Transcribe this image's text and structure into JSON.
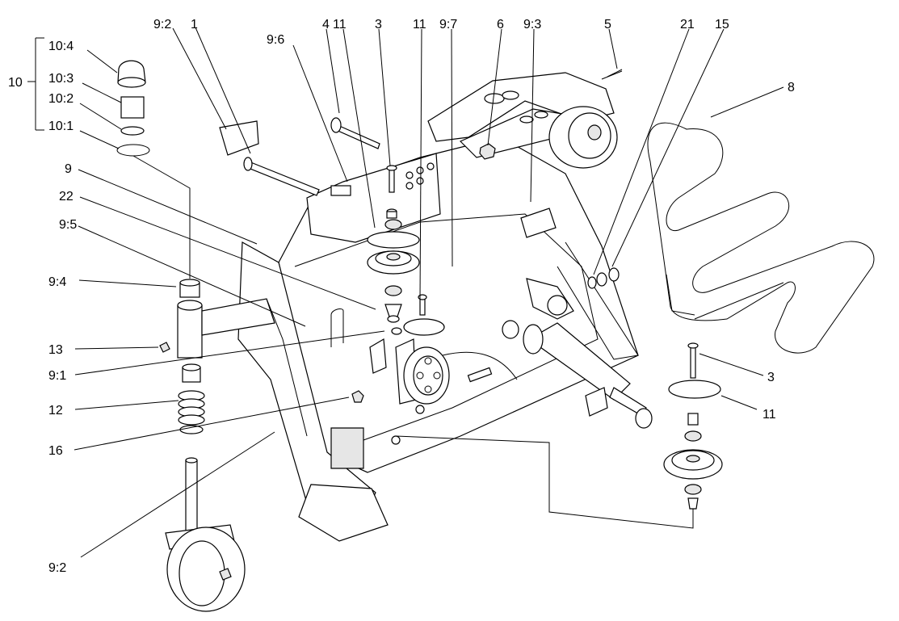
{
  "callouts": {
    "c10_4": "10:4",
    "c10_3": "10:3",
    "c10_2": "10:2",
    "c10_1": "10:1",
    "c10": "10",
    "c9_2_top": "9:2",
    "c1": "1",
    "c9_6": "9:6",
    "c4": "4",
    "c11_a": "11",
    "c3_a": "3",
    "c11_b": "11",
    "c9_7": "9:7",
    "c6": "6",
    "c9_3": "9:3",
    "c5": "5",
    "c21": "21",
    "c15": "15",
    "c8": "8",
    "c9": "9",
    "c22": "22",
    "c9_5": "9:5",
    "c9_4": "9:4",
    "c13": "13",
    "c9_1": "9:1",
    "c12": "12",
    "c16": "16",
    "c9_2_bottom": "9:2",
    "c3_b": "3",
    "c11_c": "11"
  }
}
